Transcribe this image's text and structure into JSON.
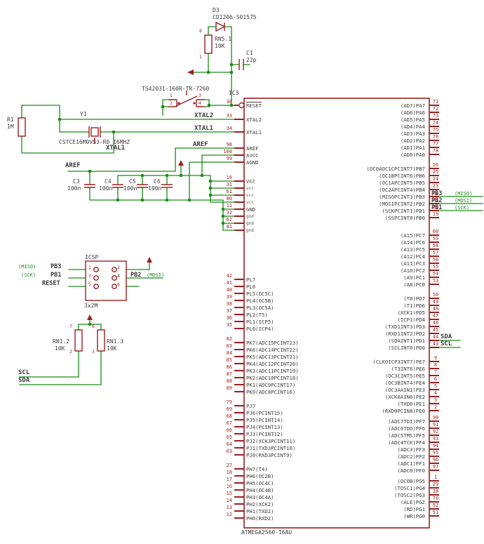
{
  "schematic": {
    "colors": {
      "wire": "#178c17",
      "symbol": "#9b1f1f",
      "text": "#3a3a3a",
      "pin_number": "#a32222"
    },
    "components": {
      "d3": {
        "ref": "D3",
        "value": "CD1206-S01575"
      },
      "rn5": {
        "ref": "RN5.1",
        "value": "10K",
        "pins": [
          "8",
          "1"
        ]
      },
      "c1": {
        "ref": "C1",
        "value": "22p"
      },
      "sw": {
        "value": "TS42031-160R-TR-7260",
        "pins": [
          "1",
          "2",
          "3",
          "4"
        ]
      },
      "r1": {
        "ref": "R1",
        "value": "1M"
      },
      "y1": {
        "ref": "Y1",
        "value": "CSTCE16M0V53-R0 16MHZ"
      },
      "c3": {
        "ref": "C3",
        "value": "100n"
      },
      "c4": {
        "ref": "C4",
        "value": "100n"
      },
      "c5": {
        "ref": "C5",
        "value": "100n"
      },
      "c6": {
        "ref": "C6",
        "value": "100n"
      },
      "icsp": {
        "ref": "ICSP",
        "value": "3x2M",
        "pins": [
          "1",
          "2",
          "3",
          "4",
          "5",
          "6"
        ]
      },
      "rn12": {
        "ref": "RN1.2",
        "value": "10K",
        "pins": [
          "7",
          "2"
        ]
      },
      "rn13": {
        "ref": "RN1.3",
        "value": "10K",
        "pins": [
          "6",
          "3"
        ]
      }
    },
    "nets": {
      "xtal2": "XTAL2",
      "xtal1": "XTAL1",
      "xtal1_b": "XTAL1",
      "aref_ic": "AREF",
      "aref_l": "AREF",
      "icsp_pb3": "PB3",
      "icsp_pb1": "PB1",
      "icsp_reset": "RESET",
      "icsp_pb2": "PB2",
      "icsp_miso": "(MISO)",
      "icsp_sck": "(SCK)",
      "icsp_mosi": "(MOSI)",
      "scl_l": "SCL",
      "sda_l": "SDA",
      "pb3": "PB3",
      "pb2": "PB2",
      "pb1": "PB1",
      "miso": "(MISO)",
      "mosi": "(MOSI)",
      "sck": "(SCK)",
      "sda": "SDA",
      "scl": "SCL"
    },
    "ic": {
      "ref": "IC3",
      "part": "ATMEGA2560-16AU",
      "left_groups": [
        {
          "id": "ctrl",
          "pins": [
            {
              "n": "30",
              "t": "RESET",
              "inv": 1,
              "ol": 1
            },
            {
              "n": "33",
              "t": "XTAL2"
            },
            {
              "n": "34",
              "t": "XTAL1"
            }
          ]
        },
        {
          "id": "aref",
          "pins": [
            {
              "n": "98",
              "t": "AREF"
            },
            {
              "n": "100",
              "t": "AVCC"
            },
            {
              "n": "99",
              "t": "AGND"
            }
          ]
        },
        {
          "id": "vcc",
          "pins": [
            {
              "n": "10",
              "t": "VCC"
            },
            {
              "n": "31",
              "t": "vcc",
              "sm": 1
            },
            {
              "n": "61",
              "t": "vcc",
              "sm": 1
            },
            {
              "n": "80",
              "t": "vcc",
              "sm": 1
            }
          ]
        },
        {
          "id": "gnd",
          "pins": [
            {
              "n": "11",
              "t": "GND"
            },
            {
              "n": "32",
              "t": "gnd",
              "sm": 1
            },
            {
              "n": "62",
              "t": "gnd",
              "sm": 1
            },
            {
              "n": "81",
              "t": "gnd",
              "sm": 1
            }
          ]
        },
        {
          "id": "pl",
          "pins": [
            {
              "n": "42",
              "t": "PL7"
            },
            {
              "n": "41",
              "t": "PL6"
            },
            {
              "n": "40",
              "t": "PL5(OC5C)"
            },
            {
              "n": "39",
              "t": "PL4(OC5B)"
            },
            {
              "n": "38",
              "t": "PL3(OC5A)"
            },
            {
              "n": "37",
              "t": "PL2(T5)"
            },
            {
              "n": "36",
              "t": "PL1(ICP5)"
            },
            {
              "n": "35",
              "t": "PL0(ICP4)"
            }
          ]
        },
        {
          "id": "pk",
          "pins": [
            {
              "n": "82",
              "t": "PK7(ADC15PCINT23)"
            },
            {
              "n": "83",
              "t": "PK6(ADC14PCINT22)"
            },
            {
              "n": "84",
              "t": "PK5(ADC13PCINT21)"
            },
            {
              "n": "85",
              "t": "PK4(ADC12PCINT20)"
            },
            {
              "n": "86",
              "t": "PK3(ADC11PCINT19)"
            },
            {
              "n": "87",
              "t": "PK2(ADC10PCINT18)"
            },
            {
              "n": "88",
              "t": "PK1(ADC9PCINT17)"
            },
            {
              "n": "89",
              "t": "PK0(ADC8PCINT16)"
            }
          ]
        },
        {
          "id": "pj",
          "pins": [
            {
              "n": "79",
              "t": "PJ7"
            },
            {
              "n": "69",
              "t": "PJ6(PCINT15)"
            },
            {
              "n": "68",
              "t": "PJ5(PCINT14)"
            },
            {
              "n": "67",
              "t": "PJ4(PCINT13)"
            },
            {
              "n": "66",
              "t": "PJ3(PCINT12)"
            },
            {
              "n": "65",
              "t": "PJ2(XCK3PCINT11)"
            },
            {
              "n": "64",
              "t": "PJ1(TXD3PCINT10)"
            },
            {
              "n": "63",
              "t": "PJ0(RXD3PCINT9)"
            }
          ]
        },
        {
          "id": "ph",
          "pins": [
            {
              "n": "27",
              "t": "PH7(T4)"
            },
            {
              "n": "18",
              "t": "PH6(OC2B)"
            },
            {
              "n": "17",
              "t": "PH5(OC4C)"
            },
            {
              "n": "16",
              "t": "PH4(OC4B)"
            },
            {
              "n": "15",
              "t": "PH3(OC4A)"
            },
            {
              "n": "14",
              "t": "PH2(XCK2)"
            },
            {
              "n": "13",
              "t": "PH1(TXD2)"
            },
            {
              "n": "12",
              "t": "PH0(RXD2)"
            }
          ]
        }
      ],
      "right_groups": [
        {
          "id": "pa",
          "pins": [
            {
              "n": "71",
              "t": "(AD7)PA7"
            },
            {
              "n": "72",
              "t": "(AD6)PA6"
            },
            {
              "n": "73",
              "t": "(AD5)PA5"
            },
            {
              "n": "74",
              "t": "(AD4)PA4"
            },
            {
              "n": "75",
              "t": "(AD3)PA3"
            },
            {
              "n": "76",
              "t": "(AD2)PA2"
            },
            {
              "n": "77",
              "t": "(AD1)PA1"
            },
            {
              "n": "78",
              "t": "(AD0)PA0"
            }
          ]
        },
        {
          "id": "pb",
          "pins": [
            {
              "n": "26",
              "t": "(OC0AOC1CPCINT7)PB7"
            },
            {
              "n": "25",
              "t": "(OC1BPCINT6)PB6"
            },
            {
              "n": "24",
              "t": "(OC1APCINT5)PB5"
            },
            {
              "n": "23",
              "t": "(OC2APCINT4)PB4"
            },
            {
              "n": "22",
              "t": "(MISOPCINT3)PB3"
            },
            {
              "n": "21",
              "t": "(MOSIPCINT2)PB2"
            },
            {
              "n": "20",
              "t": "(SCKPCINT1)PB1"
            },
            {
              "n": "19",
              "t": "(SSPCINT0)PB0"
            }
          ]
        },
        {
          "id": "pc",
          "pins": [
            {
              "n": "60",
              "t": "(A15)PC7"
            },
            {
              "n": "59",
              "t": "(A14)PC6"
            },
            {
              "n": "58",
              "t": "(A13)PC5"
            },
            {
              "n": "57",
              "t": "(A12)PC4"
            },
            {
              "n": "56",
              "t": "(A11)PC3"
            },
            {
              "n": "55",
              "t": "(A10)PC2"
            },
            {
              "n": "54",
              "t": "(A9)PC1"
            },
            {
              "n": "53",
              "t": "(A8)PC0"
            }
          ]
        },
        {
          "id": "pd",
          "pins": [
            {
              "n": "50",
              "t": "(T0)PD7"
            },
            {
              "n": "49",
              "t": "(T1)PD6"
            },
            {
              "n": "48",
              "t": "(XCK1)PD5"
            },
            {
              "n": "47",
              "t": "(ICP1)PD4"
            },
            {
              "n": "46",
              "t": "(TXD1INT3)PD3"
            },
            {
              "n": "45",
              "t": "(RXD1INT2)PD2"
            },
            {
              "n": "44",
              "t": "(SDAINT1)PD1"
            },
            {
              "n": "43",
              "t": "(SCLINT0)PD0"
            }
          ]
        },
        {
          "id": "pe",
          "pins": [
            {
              "n": "9",
              "t": "(CLKOICP3INT7)PE7"
            },
            {
              "n": "8",
              "t": "(T3INT6)PE6"
            },
            {
              "n": "7",
              "t": "(OC3CINT5)PE5"
            },
            {
              "n": "6",
              "t": "(OC3BINT4)PE4"
            },
            {
              "n": "5",
              "t": "(OC3AAIN1)PE3"
            },
            {
              "n": "4",
              "t": "(XCK0AIN0)PE2"
            },
            {
              "n": "3",
              "t": "(TXD0)PE1"
            },
            {
              "n": "2",
              "t": "(RXD0PCIN8)PE0"
            }
          ]
        },
        {
          "id": "pf",
          "pins": [
            {
              "n": "90",
              "t": "(ADC7TDI)PF7"
            },
            {
              "n": "91",
              "t": "(ADC6TDO)PF6"
            },
            {
              "n": "92",
              "t": "(ADC5TMS)PF5"
            },
            {
              "n": "93",
              "t": "(ADC4TCK)PF4"
            },
            {
              "n": "94",
              "t": "(ADC3)PF3"
            },
            {
              "n": "95",
              "t": "(ADC2)PF2"
            },
            {
              "n": "96",
              "t": "(ADC1)PF1"
            },
            {
              "n": "97",
              "t": "(ADC0)PF0"
            }
          ]
        },
        {
          "id": "pg",
          "pins": [
            {
              "n": "1",
              "t": "(OC0B)PG5"
            },
            {
              "n": "29",
              "t": "(TOSC1)PG4"
            },
            {
              "n": "28",
              "t": "(TOSC2)PG3"
            },
            {
              "n": "70",
              "t": "(ALE)PG2"
            },
            {
              "n": "52",
              "t": "(RD)PG1"
            },
            {
              "n": "51",
              "t": "(WR)PG0"
            }
          ]
        }
      ]
    }
  }
}
